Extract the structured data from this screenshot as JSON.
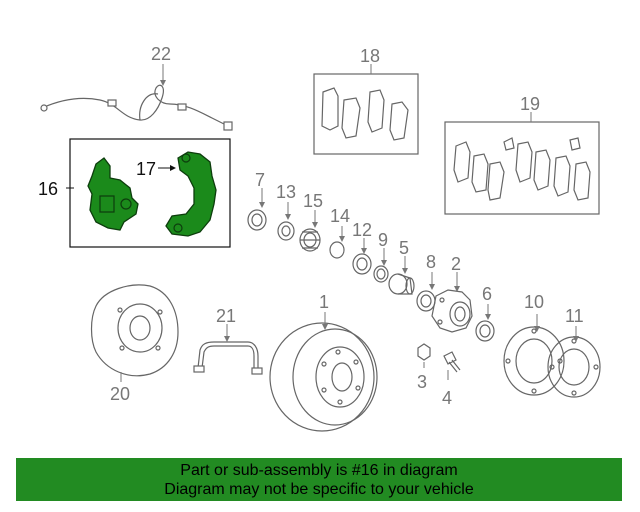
{
  "callouts": {
    "c1": "1",
    "c2": "2",
    "c3": "3",
    "c4": "4",
    "c5": "5",
    "c6": "6",
    "c7": "7",
    "c8": "8",
    "c9": "9",
    "c10": "10",
    "c11": "11",
    "c12": "12",
    "c13": "13",
    "c14": "14",
    "c15": "15",
    "c16": "16",
    "c17": "17",
    "c18": "18",
    "c19": "19",
    "c20": "20",
    "c21": "21",
    "c22": "22"
  },
  "footer": {
    "line1": "Part or sub-assembly is #16 in diagram",
    "line2": "Diagram may not be specific to your vehicle"
  },
  "colors": {
    "highlight": "#1b8a1b",
    "footer_bg": "#228b22",
    "line": "#666666"
  },
  "highlighted_part": "16"
}
